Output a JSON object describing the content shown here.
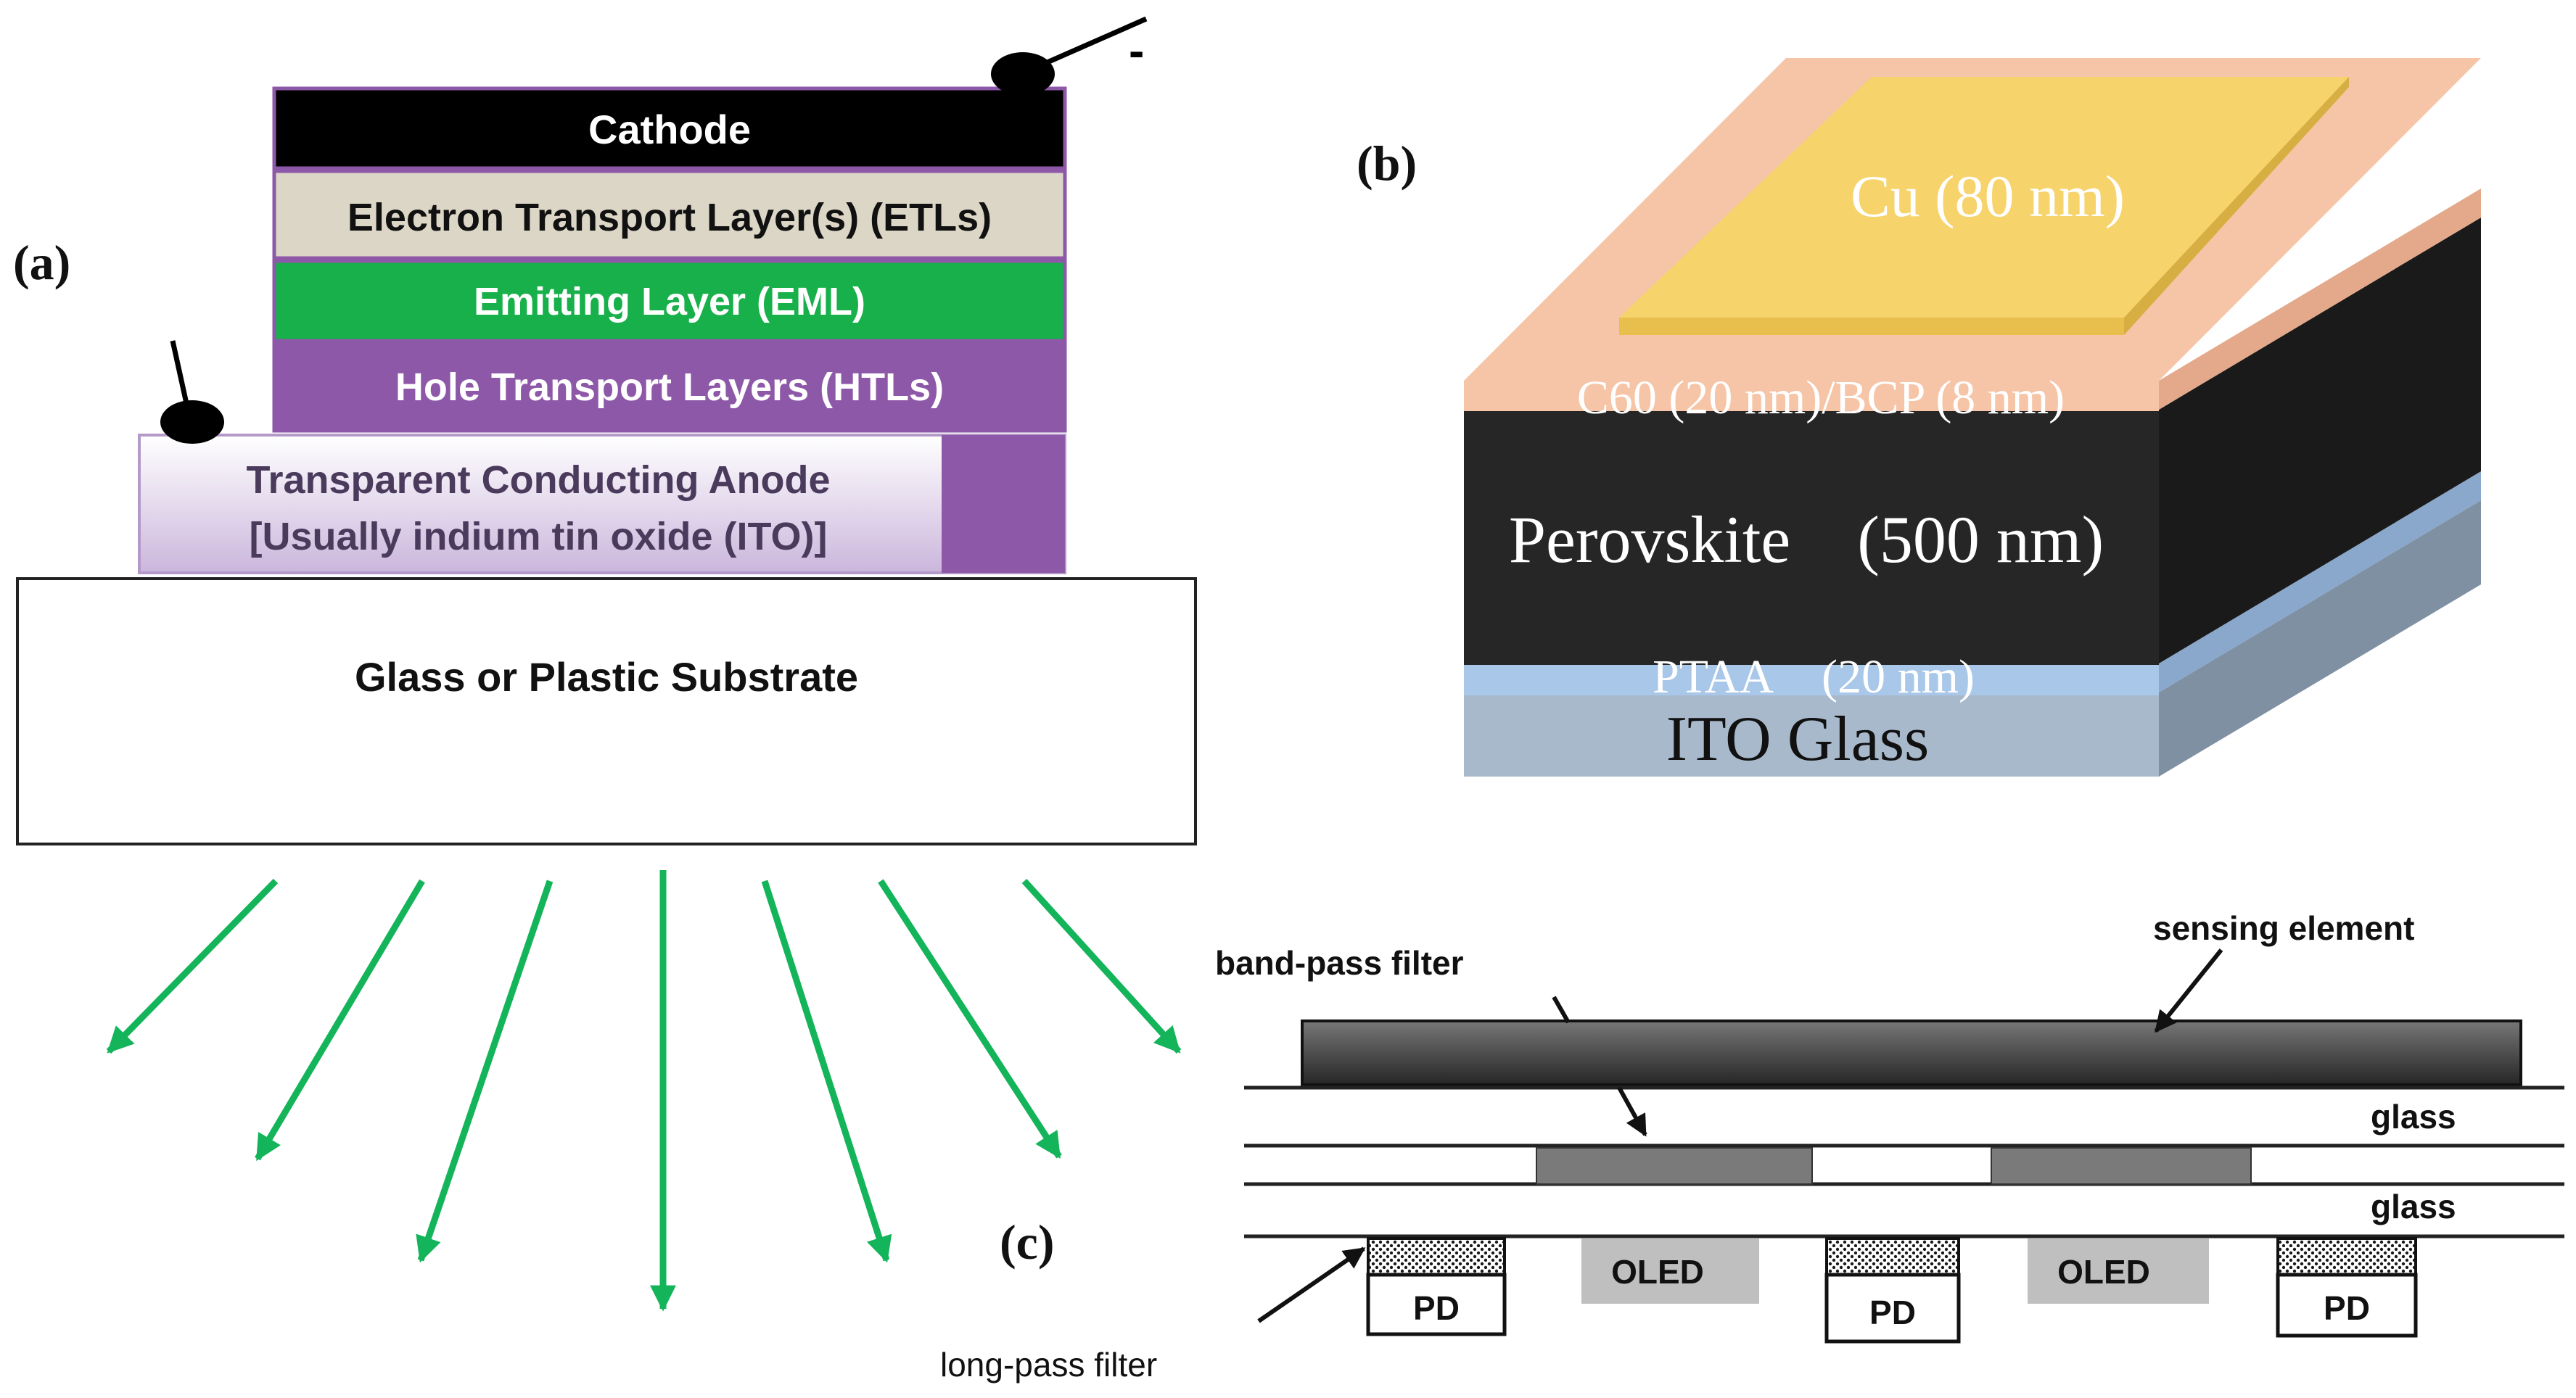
{
  "panel_a": {
    "label": "(a)",
    "minus_sign": "-",
    "layers": {
      "cathode": "Cathode",
      "etl": "Electron Transport Layer(s) (ETLs)",
      "eml": "Emitting Layer (EML)",
      "htl": "Hole Transport Layers (HTLs)",
      "anode_line1": "Transparent Conducting Anode",
      "anode_line2": "[Usually indium tin oxide (ITO)]",
      "substrate": "Glass or Plastic Substrate"
    },
    "colors": {
      "cathode": "#000000",
      "etl": "#dcd6c6",
      "eml": "#17b04a",
      "htl": "#8e58a8",
      "light_rays": "#14b45a"
    }
  },
  "panel_b": {
    "label": "(b)",
    "layers": {
      "cu": "Cu (80 nm)",
      "c60_bcp": "C60 (20 nm)/BCP (8 nm)",
      "perovskite": "Perovskite (500 nm)",
      "ptaa": "PTAA (20 nm)",
      "ito": "ITO Glass"
    },
    "colors": {
      "cu": "#f7d36c",
      "c60_bcp": "#f6c4a6",
      "perovskite": "#262626",
      "ptaa": "#a9c7e8",
      "ito": "#a9b9cc"
    }
  },
  "panel_c": {
    "label": "(c)",
    "labels": {
      "band_pass": "band-pass filter",
      "sensing": "sensing element",
      "glass_top": "glass",
      "glass_bottom": "glass",
      "long_pass": "long-pass filter",
      "oled_1": "OLED",
      "oled_2": "OLED",
      "pd_1": "PD",
      "pd_2": "PD",
      "pd_3": "PD"
    }
  }
}
